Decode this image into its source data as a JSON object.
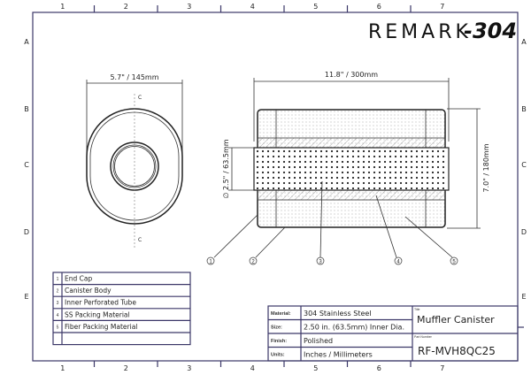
{
  "logo": {
    "text": "REMARK",
    "suffix": "-304"
  },
  "zones": {
    "columns": [
      "1",
      "2",
      "3",
      "4",
      "5",
      "6",
      "7"
    ],
    "rows": [
      "A",
      "B",
      "C",
      "D",
      "E"
    ]
  },
  "front_view": {
    "width_dim": "5.7\" / 145mm",
    "section_label": "C"
  },
  "side_view": {
    "length_dim": "11.8\" / 300mm",
    "height_dim": "7.0\" / 180mm",
    "inner_dia_dim": "∅ 2.5\" / 63.5mm",
    "balloons": [
      "1",
      "2",
      "3",
      "4",
      "5"
    ]
  },
  "parts_list": [
    {
      "num": "1",
      "name": "End Cap"
    },
    {
      "num": "2",
      "name": "Canister Body"
    },
    {
      "num": "3",
      "name": "Inner Perforated Tube"
    },
    {
      "num": "4",
      "name": "SS Packing Material"
    },
    {
      "num": "5",
      "name": "Fiber Packing Material"
    },
    {
      "num": "",
      "name": ""
    }
  ],
  "title_block": {
    "rows": [
      {
        "label": "Material:",
        "value": "304 Stainless Steel"
      },
      {
        "label": "Size:",
        "value": "2.50 in. (63.5mm) Inner Dia."
      },
      {
        "label": "Finish:",
        "value": "Polished"
      },
      {
        "label": "Units:",
        "value": "Inches / Millimeters"
      }
    ],
    "title_label": "Title",
    "title": "Muffler Canister",
    "part_number_label": "Part Number",
    "part_number": "RF-MVH8QC25"
  },
  "colors": {
    "frame": "#3b3768",
    "ink": "#222222"
  }
}
